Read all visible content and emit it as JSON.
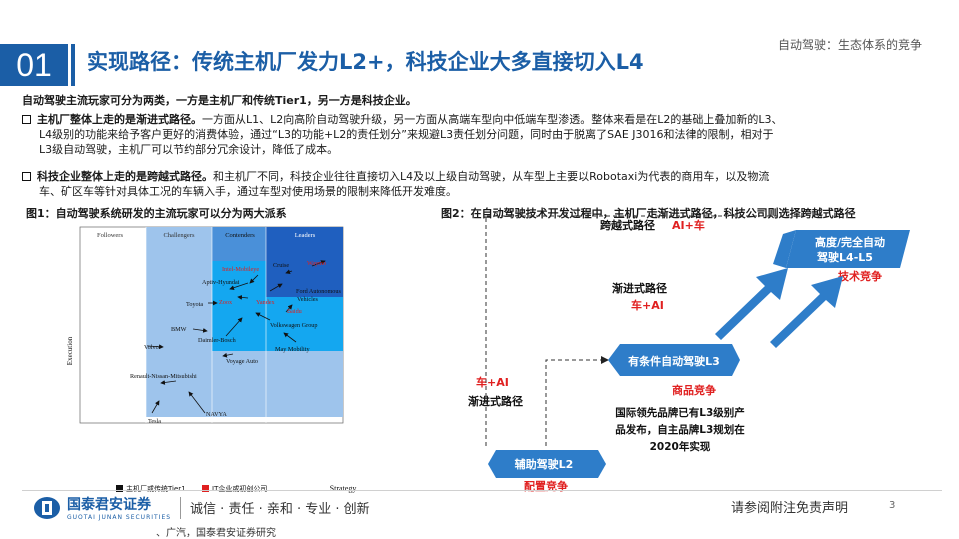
{
  "header": {
    "section_tag": "自动驾驶：生态体系的竞争",
    "number": "01",
    "title": "实现路径：传统主机厂发力L2+，科技企业大多直接切入L4"
  },
  "body": {
    "lead": "自动驾驶主流玩家可分为两类，一方是主机厂和传统Tier1，另一方是科技企业。",
    "bullet1": {
      "bold": "主机厂整体上走的是渐进式路径。",
      "line1": "一方面从L1、L2向高阶自动驾驶升级，另一方面从高端车型向中低端车型渗透。整体来看是在L2的基础上叠加新的L3、",
      "line2": "L4级别的功能来给予客户更好的消费体验，通过“L3的功能+L2的责任划分”来规避L3责任划分问题，同时由于脱离了SAE J3016和法律的限制，相对于",
      "line3": "L3级自动驾驶，主机厂可以节约部分冗余设计，降低了成本。"
    },
    "bullet2": {
      "bold": "科技企业整体上走的是跨越式路径。",
      "line1": "和主机厂不同，科技企业往往直接切入L4及以上级自动驾驶，从车型上主要以Robotaxi为代表的商用车，以及物流",
      "line2": "车、矿区车等针对具体工况的车辆入手，通过车型对使用场景的限制来降低开发难度。"
    }
  },
  "figure1": {
    "caption": "图1：自动驾驶系统研发的主流玩家可以分为两大派系",
    "columns": [
      "Followers",
      "Challengers",
      "Contenders",
      "Leaders"
    ],
    "y_axis_label": "Execution",
    "x_axis_label": "Strategy",
    "points": [
      {
        "label": "Waymo",
        "color": "#e02020"
      },
      {
        "label": "Cruise",
        "color": "#111111"
      },
      {
        "label": "Intel-Mobileye",
        "color": "#e02020"
      },
      {
        "label": "Aptiv-Hyundai",
        "color": "#111111"
      },
      {
        "label": "Ford Autonomous",
        "color": "#111111"
      },
      {
        "label": "Vehicles",
        "color": "#111111"
      },
      {
        "label": "Toyota",
        "color": "#111111"
      },
      {
        "label": "Zoox",
        "color": "#e02020"
      },
      {
        "label": "Yandex",
        "color": "#e02020"
      },
      {
        "label": "Baidu",
        "color": "#e02020"
      },
      {
        "label": "Volkswagen Group",
        "color": "#111111"
      },
      {
        "label": "BMW",
        "color": "#111111"
      },
      {
        "label": "Daimler-Bosch",
        "color": "#111111"
      },
      {
        "label": "Volvo",
        "color": "#111111"
      },
      {
        "label": "May Mobility",
        "color": "#111111"
      },
      {
        "label": "Voyage Auto",
        "color": "#111111"
      },
      {
        "label": "Renault-Nissan-Mitsubishi",
        "color": "#111111"
      },
      {
        "label": "NAVYA",
        "color": "#111111"
      },
      {
        "label": "Tesla",
        "color": "#111111"
      }
    ],
    "legend": [
      {
        "label": "主机厂或传统Tier1",
        "color": "#111111"
      },
      {
        "label": "IT企业或初创公司",
        "color": "#e02020"
      }
    ]
  },
  "figure2": {
    "caption": "图2：在自动驾驶技术开发过程中，主机厂走渐进式路径，科技公司则选择跨越式路径",
    "leap_path": "跨越式路径",
    "leap_tag": "AI+车",
    "l4_line1": "高度/完全自动",
    "l4_line2": "驾驶L4-L5",
    "tech_compete": "技术竞争",
    "gradual_path_upper": "渐进式路径",
    "upper_tag": "车+AI",
    "l3_label": "有条件自动驾驶L3",
    "product_compete": "商品竞争",
    "lower_tag": "车+AI",
    "gradual_path_lower": "渐进式路径",
    "note_line1": "国际领先品牌已有L3级别产",
    "note_line2": "品发布，自主品牌L3规划在",
    "note_line3": "2020年实现",
    "l2_label": "辅助驾驶L2",
    "config_compete": "配置竞争"
  },
  "footer": {
    "logo_cn": "国泰君安证券",
    "logo_en": "GUOTAI JUNAN SECURITIES",
    "slogan": "诚信 · 责任 · 亲和 · 专业 · 创新",
    "disclaimer": "请参阅附注免责声明",
    "page": "3",
    "source": "、广汽，国泰君安证券研究"
  },
  "colors": {
    "brand_blue": "#1b5ea6",
    "chart_light_blue": "#9ec4ec",
    "chart_mid_blue": "#4a90d9",
    "chart_cyan": "#14a7f0",
    "chart_dark_blue": "#1f5fbf",
    "accent_red": "#e02020",
    "arrow_blue": "#2e7dc9"
  }
}
